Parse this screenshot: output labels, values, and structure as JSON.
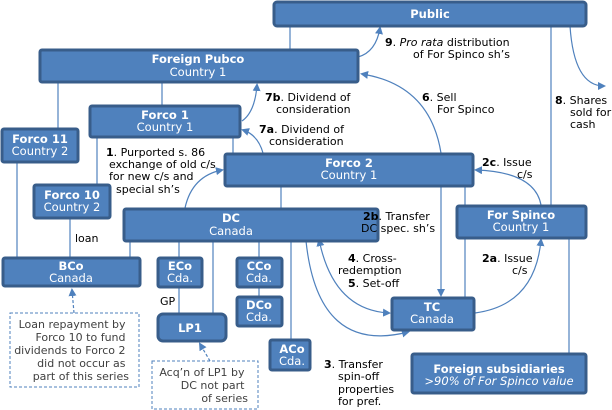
{
  "colors": {
    "box_fill": "#4F81BD",
    "box_border": "#385D8A",
    "line": "#4F81BD"
  },
  "boxes": {
    "public": {
      "title": "Public"
    },
    "foreign_pubco": {
      "title": "Foreign Pubco",
      "sub": "Country 1"
    },
    "forco1": {
      "title": "Forco 1",
      "sub": "Country 1"
    },
    "forco11": {
      "title": "Forco 11",
      "sub": "Country 2"
    },
    "forco10": {
      "title": "Forco 10",
      "sub": "Country 2"
    },
    "forco2": {
      "title": "Forco 2",
      "sub": "Country 1"
    },
    "dc": {
      "title": "DC",
      "sub": "Canada"
    },
    "bco": {
      "title": "BCo",
      "sub": "Canada"
    },
    "eco": {
      "title": "ECo",
      "sub": "Cda."
    },
    "cco": {
      "title": "CCo",
      "sub": "Cda."
    },
    "dco": {
      "title": "DCo",
      "sub": "Cda."
    },
    "lp1": {
      "title": "LP1"
    },
    "aco": {
      "title": "ACo",
      "sub": "Cda."
    },
    "for_spinco": {
      "title": "For Spinco",
      "sub": "Country 1"
    },
    "tc": {
      "title": "TC",
      "sub": "Canada"
    },
    "foreign_subs": {
      "title": "Foreign subsidiaries",
      "sub": ">90% of For Spinco value"
    }
  },
  "labels": {
    "s1": {
      "num": "1",
      "lines": [
        ". Purported s. 86",
        "exchange of old c/s",
        "for new c/s and",
        "special sh’s"
      ]
    },
    "s7b": {
      "num": "7b",
      "lines": [
        ". Dividend of",
        "consideration"
      ]
    },
    "s7a": {
      "num": "7a",
      "lines": [
        ". Dividend of",
        "consideration"
      ]
    },
    "s9": {
      "num": "9",
      "italic": "Pro rata",
      "lines": [
        " distribution",
        "of For Spinco sh’s"
      ]
    },
    "s6": {
      "num": "6",
      "lines": [
        ". Sell",
        "For Spinco"
      ]
    },
    "s8": {
      "num": "8",
      "lines": [
        ". Shares",
        "sold for",
        "cash"
      ]
    },
    "s2c": {
      "num": "2c",
      "lines": [
        ". Issue",
        "c/s"
      ]
    },
    "s2b": {
      "num": "2b",
      "lines": [
        ". Transfer",
        "DC spec. sh’s"
      ]
    },
    "s4": {
      "num": "4",
      "lines": [
        ". Cross-",
        "redemption"
      ]
    },
    "s5": {
      "num": "5",
      "lines": [
        ". Set-off"
      ]
    },
    "s2a": {
      "num": "2a",
      "lines": [
        ". Issue",
        "c/s"
      ]
    },
    "s3": {
      "num": "3",
      "lines": [
        ". Transfer",
        "spin-off",
        "properties",
        "for pref."
      ]
    },
    "loan": "loan",
    "gp": "GP"
  },
  "notes": {
    "loan_note": [
      "Loan repayment by",
      "Forco 10 to fund",
      "dividends to Forco 2",
      "did not occur as",
      "part of this series"
    ],
    "lp1_note": [
      "Acq’n of LP1 by",
      "DC not part",
      "of series"
    ]
  }
}
